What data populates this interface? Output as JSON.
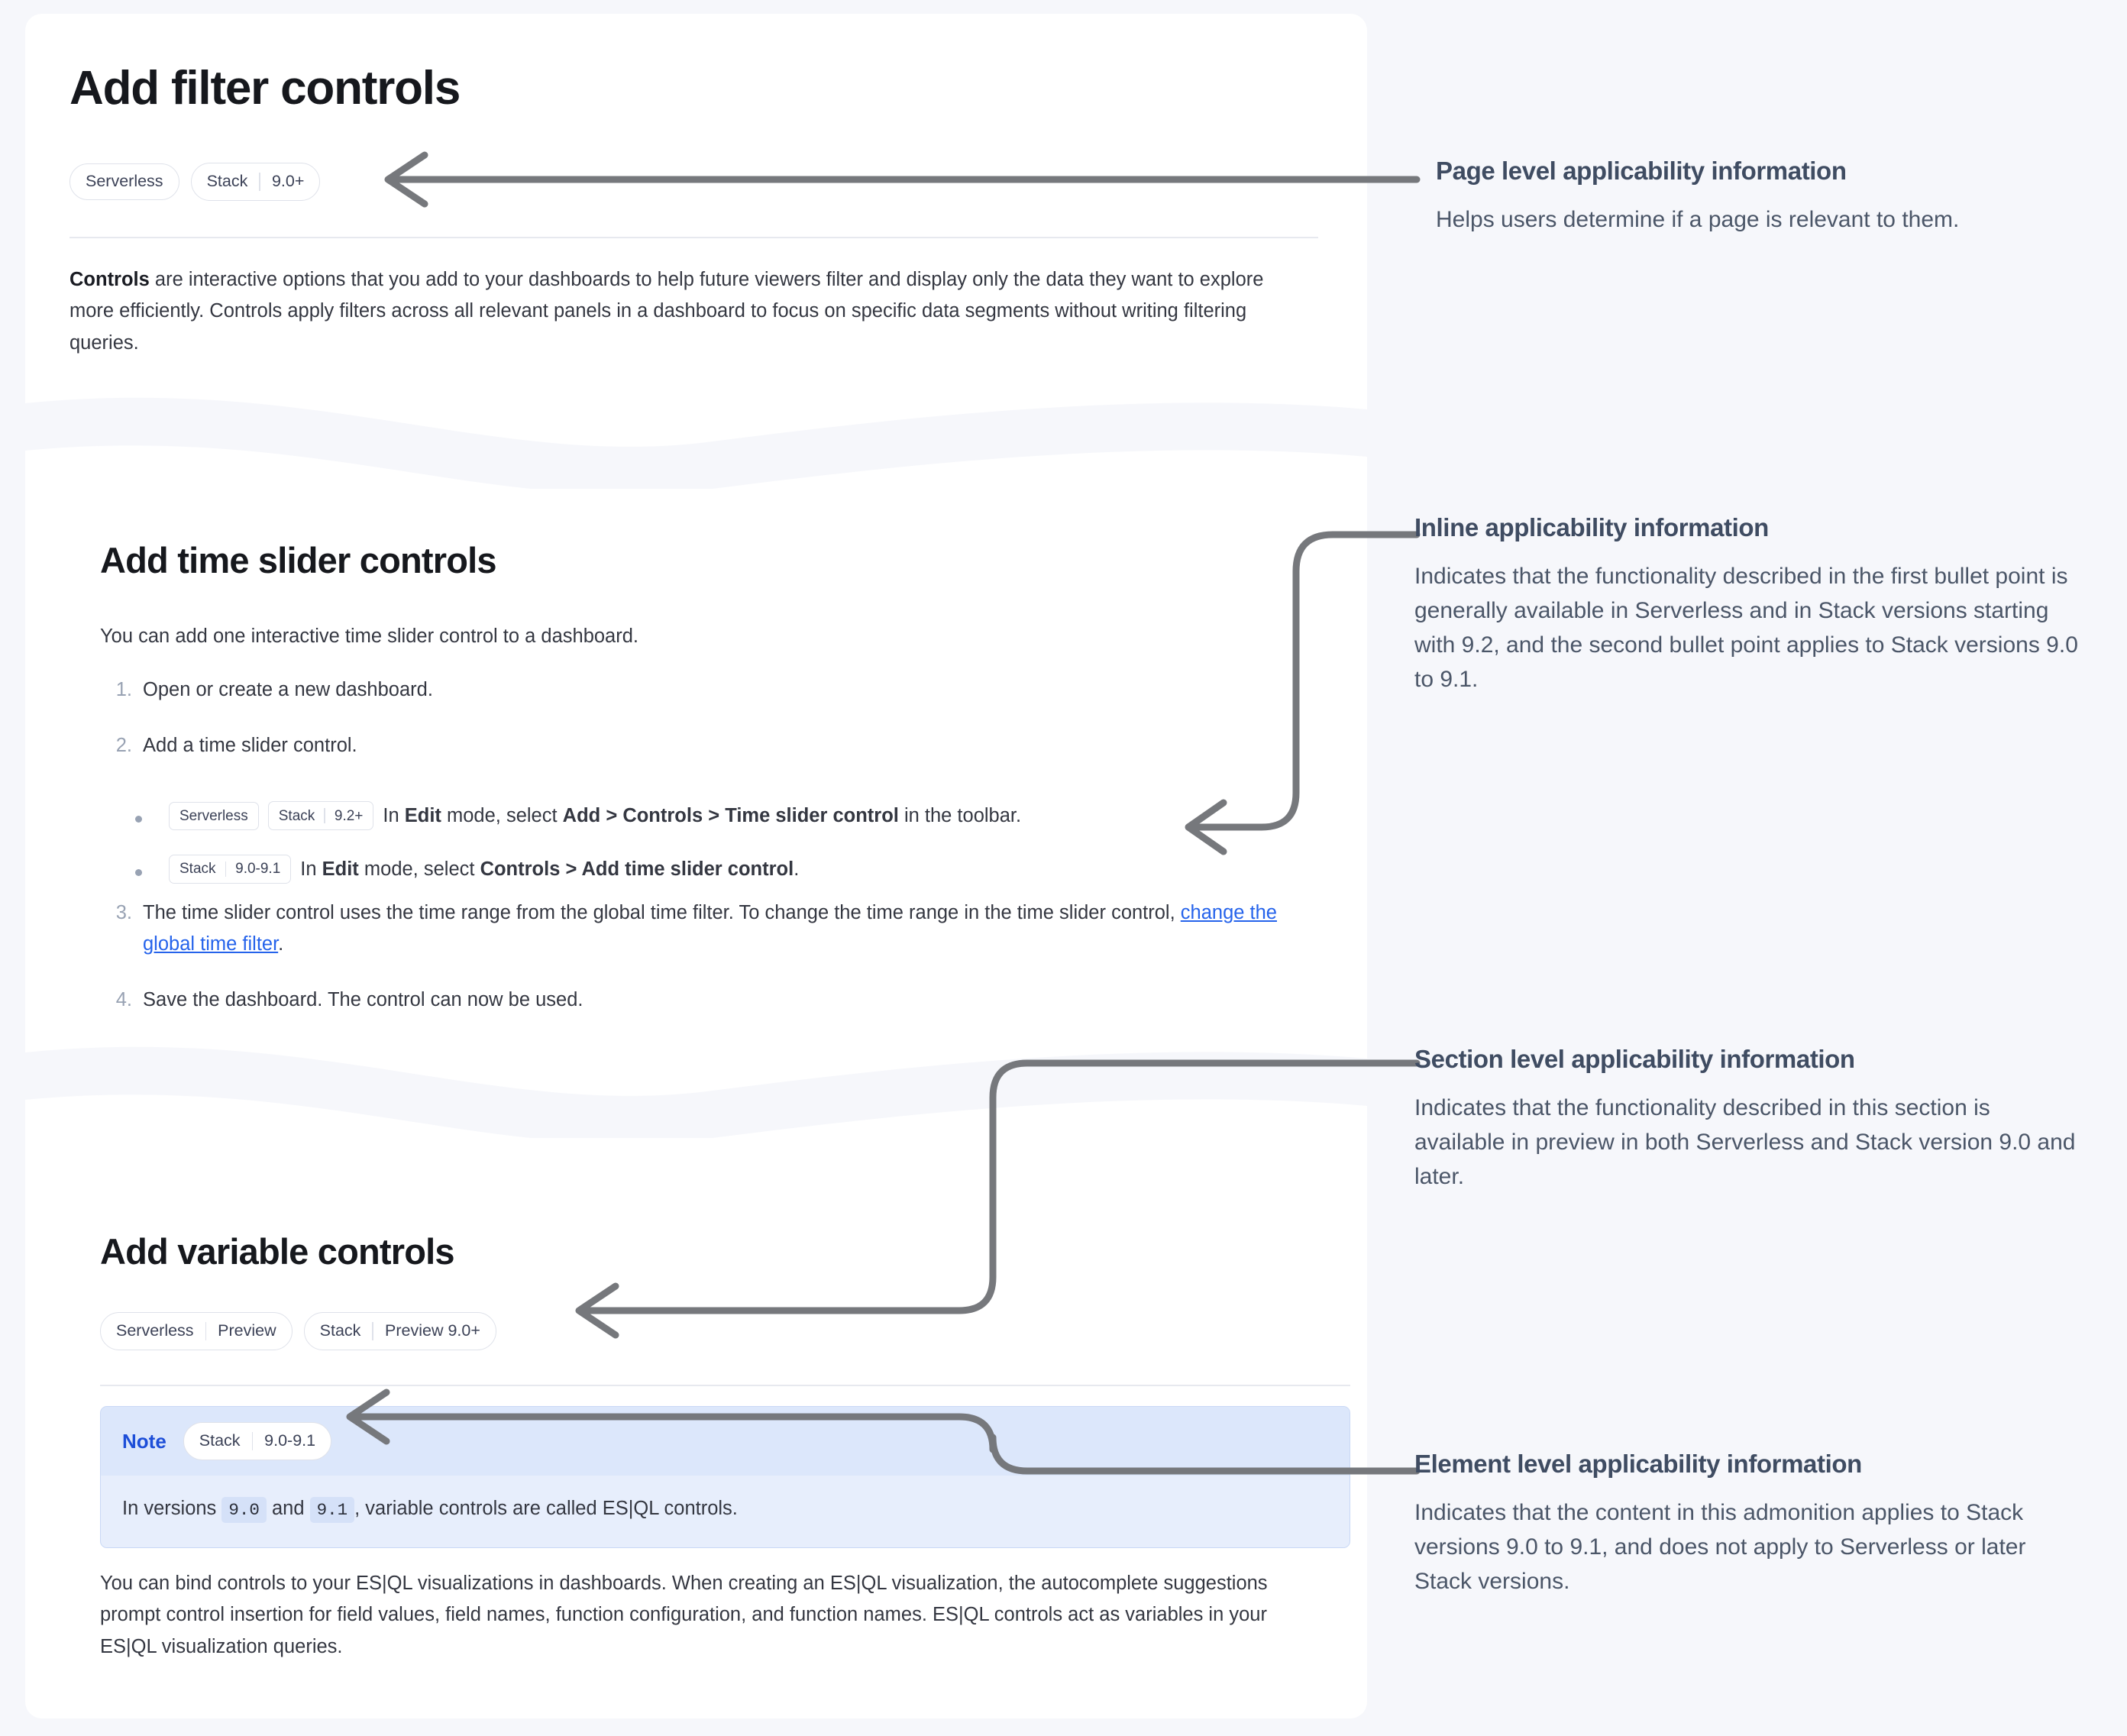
{
  "page": {
    "title": "Add filter controls",
    "page_badges": [
      {
        "parts": [
          "Serverless"
        ]
      },
      {
        "parts": [
          "Stack",
          "9.0+"
        ]
      }
    ],
    "intro_lead": "Controls",
    "intro_rest": " are interactive options that you add to your dashboards to help future viewers filter and display only the data they want to explore more efficiently. Controls apply filters across all relevant panels in a dashboard to focus on specific data segments without writing filtering queries."
  },
  "section_time_slider": {
    "heading": "Add time slider controls",
    "lead": "You can add one interactive time slider control to a dashboard.",
    "steps": [
      {
        "num": "1.",
        "text": "Open or create a new dashboard."
      },
      {
        "num": "2.",
        "text": "Add a time slider control."
      },
      {
        "num": "3.",
        "text": "The time slider control uses the time range from the global time filter. To change the time range in the time slider control, ",
        "link": "change the global time filter",
        "tail": "."
      },
      {
        "num": "4.",
        "text": "Save the dashboard. The control can now be used."
      }
    ],
    "bullets": [
      {
        "badges": [
          {
            "parts": [
              "Serverless"
            ]
          },
          {
            "parts": [
              "Stack",
              "9.2+"
            ]
          }
        ],
        "pre": "In ",
        "b1": "Edit",
        "mid": " mode, select ",
        "b2": "Add",
        "sep1": " > ",
        "b3": "Controls",
        "sep2": " > ",
        "b4": "Time slider control",
        "post": " in the toolbar."
      },
      {
        "badges": [
          {
            "parts": [
              "Stack",
              "9.0-9.1"
            ]
          }
        ],
        "pre": "In ",
        "b1": "Edit",
        "mid": " mode, select ",
        "b2": "Controls",
        "sep1": " > ",
        "b3": "Add time slider control",
        "sep2": "",
        "b4": "",
        "post": "."
      }
    ]
  },
  "section_variable": {
    "heading": "Add variable controls",
    "badges": [
      {
        "parts": [
          "Serverless",
          "Preview"
        ]
      },
      {
        "parts": [
          "Stack",
          "Preview 9.0+"
        ]
      }
    ],
    "note": {
      "title": "Note",
      "badge": {
        "parts": [
          "Stack",
          "9.0-9.1"
        ]
      },
      "body_pre": "In versions ",
      "code1": "9.0",
      "body_mid": " and ",
      "code2": "9.1",
      "body_post": ", variable controls are called ES|QL controls."
    },
    "paragraph": "You can bind controls to your ES|QL visualizations in dashboards. When creating an ES|QL visualization, the autocomplete suggestions prompt control insertion for field values, field names, function configuration, and function names. ES|QL controls act as variables in your ES|QL visualization queries."
  },
  "annotations": [
    {
      "title": "Page level applicability information",
      "desc": "Helps users determine if a page is relevant to them."
    },
    {
      "title": "Inline applicability information",
      "desc": "Indicates that the functionality described in the first bullet point is generally available in Serverless and in Stack versions starting with 9.2, and the second bullet point applies to Stack versions 9.0 to 9.1."
    },
    {
      "title": "Section level applicability information",
      "desc": "Indicates that the functionality described in this section is available in preview in both Serverless and Stack version 9.0 and later."
    },
    {
      "title": "Element level applicability information",
      "desc": "Indicates that the content in this admonition applies to Stack versions 9.0 to 9.1, and does not apply to Serverless or later Stack versions."
    }
  ],
  "colors": {
    "page_background": "#f6f7fb",
    "card_background": "#ffffff",
    "wave_fill": "#f6f7fb",
    "annotation_title": "#3f4c62",
    "annotation_text": "#4b5668",
    "connector": "#76787c",
    "link": "#2563eb",
    "note_header": "#dce7fb",
    "note_body": "#e7eefc",
    "note_border": "#c9d8f5",
    "note_title": "#1d4ed8",
    "badge_border": "#dfe2ea",
    "badge_text": "#3c4257"
  }
}
